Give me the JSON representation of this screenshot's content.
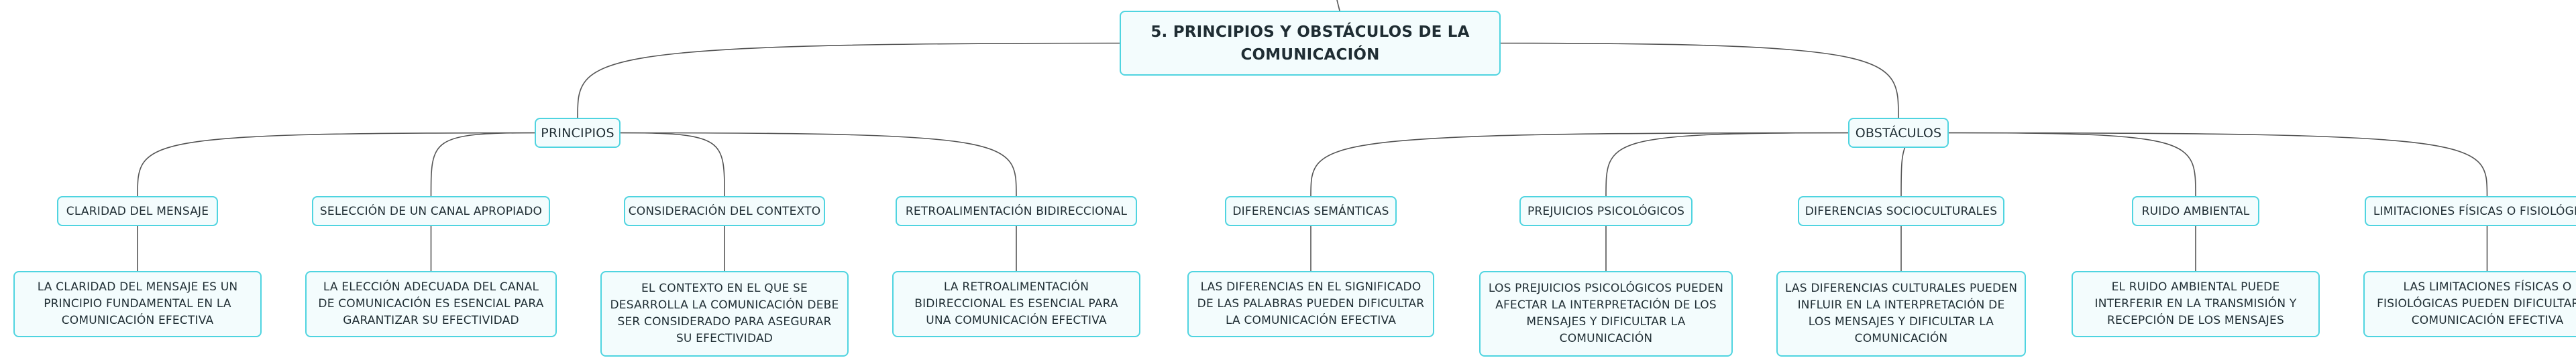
{
  "root": {
    "label": "5. PRINCIPIOS Y OBSTÁCULOS DE LA COMUNICACIÓN"
  },
  "branches": [
    {
      "label": "PRINCIPIOS",
      "items": [
        {
          "label": "CLARIDAD DEL MENSAJE",
          "text": "LA CLARIDAD DEL MENSAJE ES UN PRINCIPIO FUNDAMENTAL EN LA COMUNICACIÓN EFECTIVA"
        },
        {
          "label": "SELECCIÓN DE UN CANAL APROPIADO",
          "text": "LA ELECCIÓN ADECUADA DEL CANAL DE COMUNICACIÓN ES ESENCIAL PARA GARANTIZAR SU EFECTIVIDAD"
        },
        {
          "label": "CONSIDERACIÓN DEL CONTEXTO",
          "text": "EL CONTEXTO EN EL QUE SE DESARROLLA LA COMUNICACIÓN DEBE SER CONSIDERADO PARA ASEGURAR SU EFECTIVIDAD"
        },
        {
          "label": "RETROALIMENTACIÓN BIDIRECCIONAL",
          "text": "LA RETROALIMENTACIÓN BIDIRECCIONAL ES ESENCIAL PARA UNA COMUNICACIÓN EFECTIVA"
        }
      ]
    },
    {
      "label": "OBSTÁCULOS",
      "items": [
        {
          "label": "DIFERENCIAS SEMÁNTICAS",
          "text": "LAS DIFERENCIAS EN EL SIGNIFICADO DE LAS PALABRAS PUEDEN DIFICULTAR LA COMUNICACIÓN EFECTIVA"
        },
        {
          "label": "PREJUICIOS PSICOLÓGICOS",
          "text": "LOS PREJUICIOS PSICOLÓGICOS PUEDEN AFECTAR LA INTERPRETACIÓN DE LOS MENSAJES Y DIFICULTAR LA COMUNICACIÓN"
        },
        {
          "label": "DIFERENCIAS SOCIOCULTURALES",
          "text": "LAS DIFERENCIAS CULTURALES PUEDEN INFLUIR EN LA INTERPRETACIÓN DE LOS MENSAJES Y DIFICULTAR LA COMUNICACIÓN"
        },
        {
          "label": "RUIDO AMBIENTAL",
          "text": "EL RUIDO AMBIENTAL PUEDE INTERFERIR EN LA TRANSMISIÓN Y RECEPCIÓN DE LOS MENSAJES"
        },
        {
          "label": "LIMITACIONES FÍSICAS O FISIOLÓGICAS",
          "text": "LAS LIMITACIONES FÍSICAS O FISIOLÓGICAS PUEDEN DIFICULTAR LA COMUNICACIÓN EFECTIVA"
        }
      ]
    }
  ],
  "colors": {
    "border": "#4fd4e0",
    "fill": "#f3fcfd",
    "line": "#555555"
  }
}
